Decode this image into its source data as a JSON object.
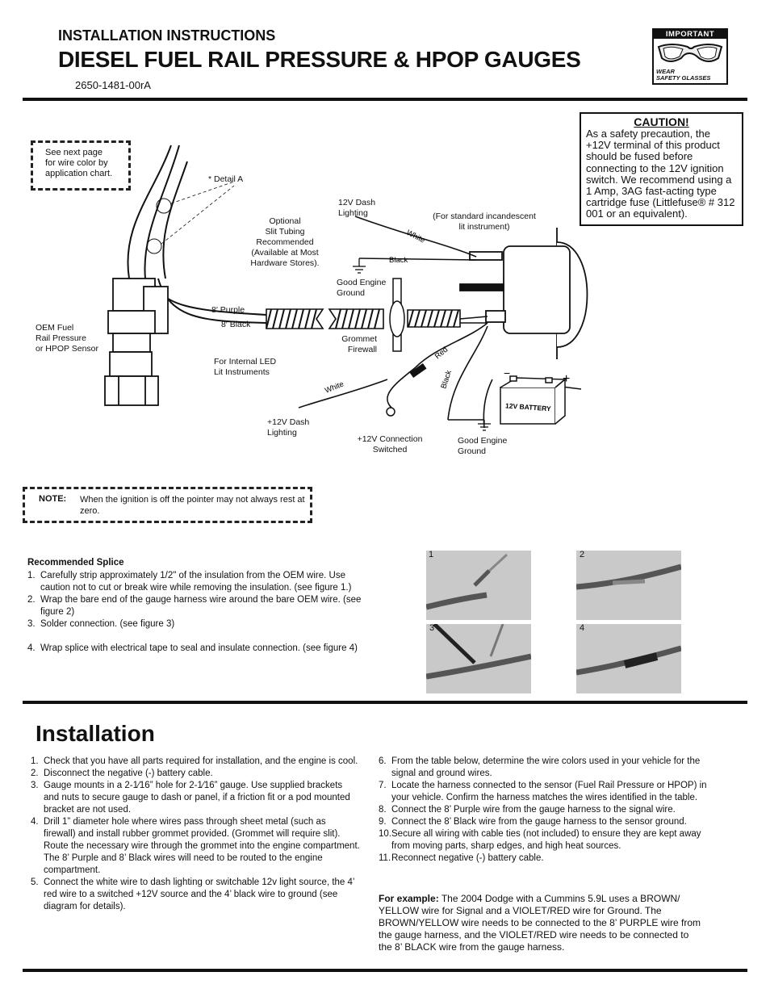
{
  "header": {
    "subtitle": "INSTALLATION INSTRUCTIONS",
    "title": "DIESEL FUEL RAIL PRESSURE & HPOP GAUGES",
    "part_code": "2650-1481-00rA",
    "badge_top": "IMPORTANT",
    "badge_bottom_1": "WEAR",
    "badge_bottom_2": "SAFETY GLASSES"
  },
  "caution": {
    "heading": "CAUTION!",
    "body": "As a safety precaution, the +12V terminal of this product should be fused before connecting to the 12V ignition switch. We recommend using a 1 Amp, 3AG fast-acting type cartridge fuse (Littlefuse® # 312 001 or an equivalent)."
  },
  "diagram": {
    "see_next_1": "See next page",
    "see_next_2": "for wire color by",
    "see_next_3": "application chart.",
    "detail_a": "* Detail A",
    "tubing_1": "Optional",
    "tubing_2": "Slit Tubing",
    "tubing_3": "Recommended",
    "tubing_4": "(Available at Most",
    "tubing_5": "Hardware Stores).",
    "dash_lighting_1": "12V Dash",
    "dash_lighting_2": "Lighting",
    "incandescent_1": "(For standard incandescent",
    "incandescent_2": "lit instrument)",
    "white_top": "White",
    "black_top": "Black",
    "good_ground_1": "Good Engine",
    "good_ground_2": "Ground",
    "purple": "8′ Purple",
    "black8": "8′ Black",
    "sensor_1": "OEM Fuel",
    "sensor_2": "Rail Pressure",
    "sensor_3": "or HPOP Sensor",
    "grommet_1": "Grommet",
    "grommet_2": "Firewall",
    "led_1": "For Internal LED",
    "led_2": "Lit Instruments",
    "white_bottom": "White",
    "red": "Red",
    "black_bottom": "Black",
    "plus12_dash_1": "+12V Dash",
    "plus12_dash_2": "Lighting",
    "switched_1": "+12V Connection",
    "switched_2": "Switched",
    "battery": "12V BATTERY",
    "battery_ground_1": "Good Engine",
    "battery_ground_2": "Ground",
    "minus": "−",
    "plus": "+"
  },
  "note": {
    "label": "NOTE:",
    "text": "When the ignition is off the pointer may not always rest at zero."
  },
  "splice": {
    "heading": "Recommended Splice",
    "steps": [
      {
        "n": "1.",
        "text": "Carefully strip approximately 1/2\" of the insulation from the OEM wire. Use caution not to cut or break wire while removing the insulation. (see figure 1.)"
      },
      {
        "n": "2.",
        "text": "Wrap the bare end of the gauge harness wire around the bare OEM wire. (see figure 2)"
      },
      {
        "n": "3.",
        "text": "Solder connection. (see figure 3)"
      },
      {
        "n": "4.",
        "text": "Wrap splice with electrical tape to seal and insulate connection. (see figure 4)"
      }
    ],
    "figures": [
      "1",
      "2",
      "3",
      "4"
    ]
  },
  "installation": {
    "title": "Installation",
    "left": [
      {
        "n": "1.",
        "text": "Check that you have all parts required for installation, and the engine is cool."
      },
      {
        "n": "2.",
        "text": "Disconnect the negative (-) battery cable."
      },
      {
        "n": "3.",
        "text": "Gauge mounts in a 2-1⁄16” hole for 2-1⁄16” gauge. Use supplied brackets and nuts to secure gauge to dash or panel, if a friction fit or a pod mounted bracket are not used."
      },
      {
        "n": "4.",
        "text": "Drill 1” diameter hole where wires pass through sheet metal (such as firewall) and install rubber grommet provided. (Grommet will require slit). Route the necessary wire through the grommet into the engine compartment. The 8’ Purple and 8’ Black wires will need to be routed to the engine compartment."
      },
      {
        "n": "5.",
        "text": "Connect the white wire to dash lighting or switchable 12v light source, the 4’ red wire to a switched +12V source and the 4’ black wire to ground (see diagram for details)."
      }
    ],
    "right": [
      {
        "n": "6.",
        "text": "From the table below, determine the wire colors used in your vehicle for the signal and ground wires."
      },
      {
        "n": "7.",
        "text": "Locate the harness connected to the sensor (Fuel Rail Pressure or HPOP) in your vehicle. Confirm the harness matches the wires identified in the table."
      },
      {
        "n": "8.",
        "text": "Connect the 8’ Purple wire from the gauge harness to the signal wire."
      },
      {
        "n": "9.",
        "text": "Connect the 8’ Black wire from the gauge harness to the sensor ground."
      },
      {
        "n": "10.",
        "text": "Secure all wiring with cable ties (not included) to ensure they are kept away from moving parts, sharp edges, and high heat sources."
      },
      {
        "n": "11.",
        "text": "Reconnect negative (-) battery cable."
      }
    ],
    "example_label": "For example:",
    "example_text": "The 2004 Dodge with a Cummins 5.9L uses a BROWN/ YELLOW wire for Signal and a VIOLET/RED wire for Ground. The BROWN/YELLOW wire needs to be connected to the 8’ PURPLE wire from the gauge harness, and the VIOLET/RED wire needs to be connected to the 8’ BLACK wire from the gauge harness."
  }
}
